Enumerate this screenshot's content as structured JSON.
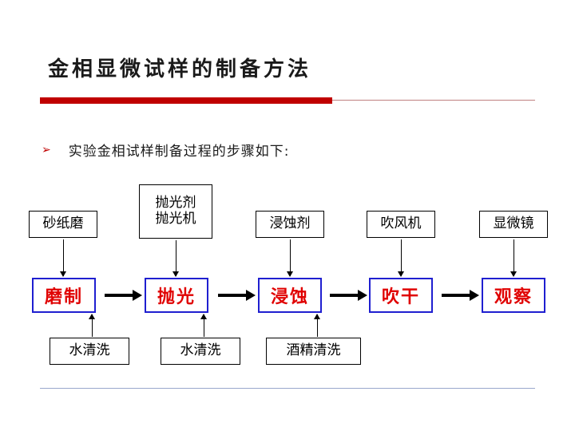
{
  "slide": {
    "title": "金相显微试样的制备方法",
    "bullet_marker": "➢",
    "bullet_text": "实验金相试样制备过程的步骤如下:",
    "accent_color": "#c00000",
    "step_border_color": "#1f1fd0",
    "step_text_color": "#e00000"
  },
  "diagram": {
    "type": "flowchart",
    "steps": [
      {
        "label": "磨制",
        "top_label": "砂纸磨",
        "bottom_label": "水清洗"
      },
      {
        "label": "抛光",
        "top_label": "抛光剂\n抛光机",
        "bottom_label": "水清洗"
      },
      {
        "label": "浸蚀",
        "top_label": "浸蚀剂",
        "bottom_label": "酒精清洗"
      },
      {
        "label": "吹干",
        "top_label": "吹风机",
        "bottom_label": ""
      },
      {
        "label": "观察",
        "top_label": "显微镜",
        "bottom_label": ""
      }
    ],
    "top_labels": {
      "t0": "砂纸磨",
      "t1_line1": "抛光剂",
      "t1_line2": "抛光机",
      "t2": "浸蚀剂",
      "t3": "吹风机",
      "t4": "显微镜"
    },
    "step_labels": {
      "s0": "磨制",
      "s1": "抛光",
      "s2": "浸蚀",
      "s3": "吹干",
      "s4": "观察"
    },
    "bottom_labels": {
      "b0": "水清洗",
      "b1": "水清洗",
      "b2": "酒精清洗"
    },
    "connector": "→"
  }
}
